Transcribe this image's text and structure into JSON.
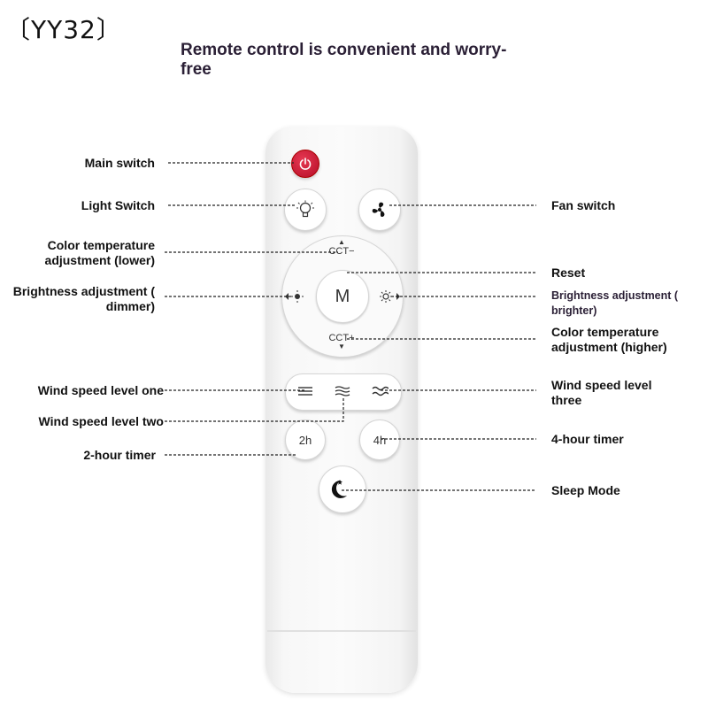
{
  "model": "〔YY32〕",
  "headline": "Remote control is convenient and worry-\nfree",
  "remote": {
    "center_button": "M",
    "cct_top": "CCT−",
    "cct_bottom": "CCT+",
    "timer_2h": "2h",
    "timer_4h": "4h"
  },
  "labels": {
    "main_switch": "Main switch",
    "light_switch": "Light Switch",
    "fan_switch": "Fan switch",
    "color_temp_lower": "Color temperature\nadjustment (lower)",
    "reset": "Reset",
    "brightness_dimmer": "Brightness adjustment (\ndimmer)",
    "brightness_brighter": "Brightness adjustment (\nbrighter)",
    "color_temp_higher": "Color temperature\nadjustment (higher)",
    "wind_one": "Wind speed level one",
    "wind_three": "Wind speed level\nthree",
    "wind_two": "Wind speed level two",
    "timer_4h": "4-hour timer",
    "timer_2h": "2-hour timer",
    "sleep_mode": "Sleep Mode"
  },
  "colors": {
    "power": "#c8102e",
    "text": "#111111",
    "remote": "#f7f7f7"
  }
}
